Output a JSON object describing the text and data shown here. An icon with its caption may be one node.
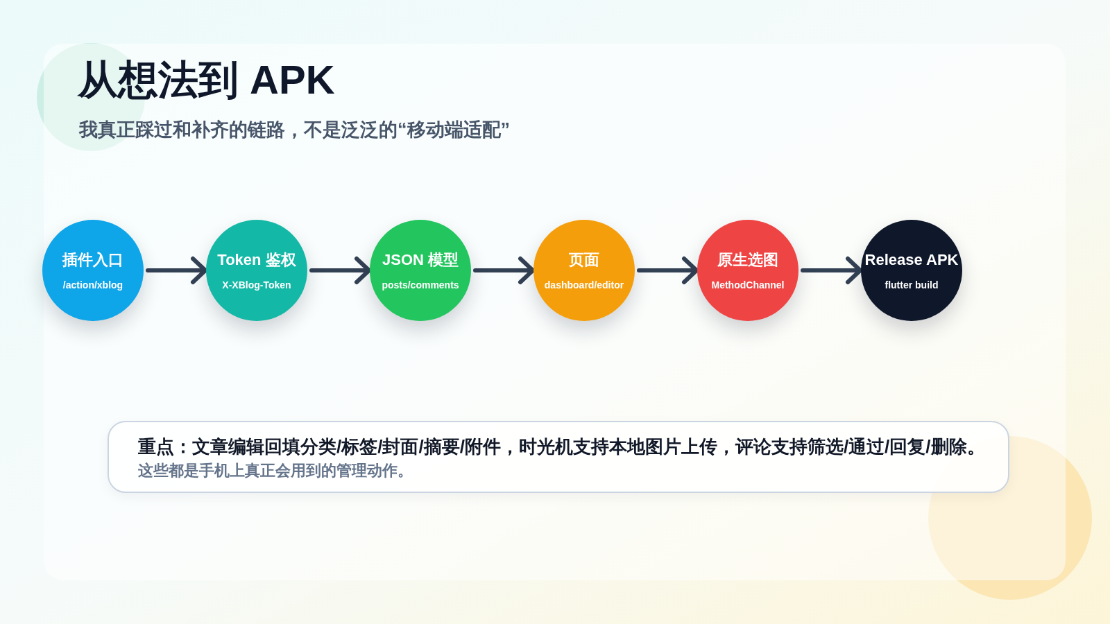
{
  "diagram": {
    "title": "从想法到 APK",
    "nodes": [
      {
        "text": [
          "插件入口",
          "/action/xblog"
        ]
      },
      {
        "text": [
          "Token 鉴权",
          "X-XBlog-Token"
        ]
      },
      {
        "text": [
          "JSON 模型",
          "posts/comments"
        ]
      },
      {
        "text": [
          "页面",
          "dashboard/editor"
        ]
      },
      {
        "text": [
          "原生选图",
          "MethodChannel"
        ]
      },
      {
        "text": [
          "Release APK",
          "flutter build"
        ]
      },
      {
        "text": [
          "重点：文章编辑回填分类/标签/封面/摘要/附件，时光机支持本地图片上传，评论支持筛选/通过/回复/删除。",
          "这些都是手机上真正会用到的管理动作。"
        ]
      }
    ],
    "edges": [
      {
        "from": 0,
        "to": 1,
        "arrow": "to"
      },
      {
        "from": 1,
        "to": 2,
        "arrow": "to"
      },
      {
        "from": 2,
        "to": 3,
        "arrow": "to"
      },
      {
        "from": 3,
        "to": 4,
        "arrow": "to"
      },
      {
        "from": 4,
        "to": 5,
        "arrow": "to"
      }
    ],
    "labels": [
      "我真正踩过和补齐的链路，不是泛泛的“移动端适配”"
    ]
  }
}
